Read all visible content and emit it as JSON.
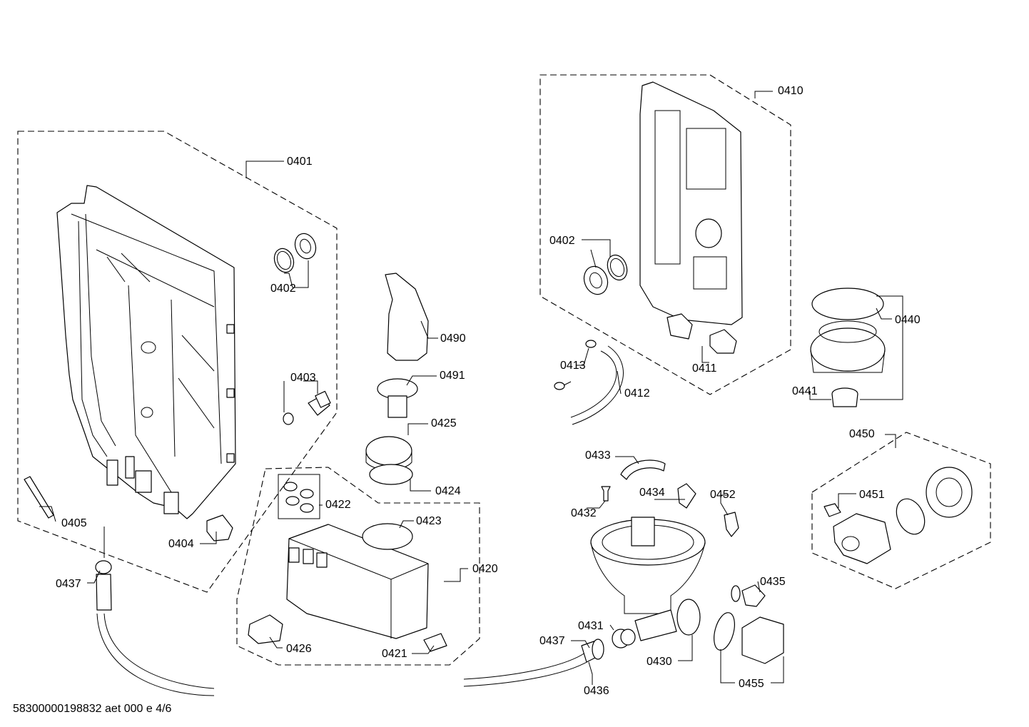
{
  "footer": {
    "document_code": "58300000198832 aet 000 e 4/6"
  },
  "labels": {
    "p0401": "0401",
    "p0402a": "0402",
    "p0403": "0403",
    "p0404": "0404",
    "p0405": "0405",
    "p0437a": "0437",
    "p0490": "0490",
    "p0491": "0491",
    "p0425": "0425",
    "p0424": "0424",
    "p0422": "0422",
    "p0423": "0423",
    "p0420": "0420",
    "p0426": "0426",
    "p0421": "0421",
    "p0410": "0410",
    "p0402b": "0402",
    "p0413": "0413",
    "p0412": "0412",
    "p0411": "0411",
    "p0440": "0440",
    "p0441": "0441",
    "p0450": "0450",
    "p0451": "0451",
    "p0433": "0433",
    "p0434": "0434",
    "p0432": "0432",
    "p0452": "0452",
    "p0435": "0435",
    "p0431": "0431",
    "p0437b": "0437",
    "p0430": "0430",
    "p0436": "0436",
    "p0455": "0455"
  }
}
